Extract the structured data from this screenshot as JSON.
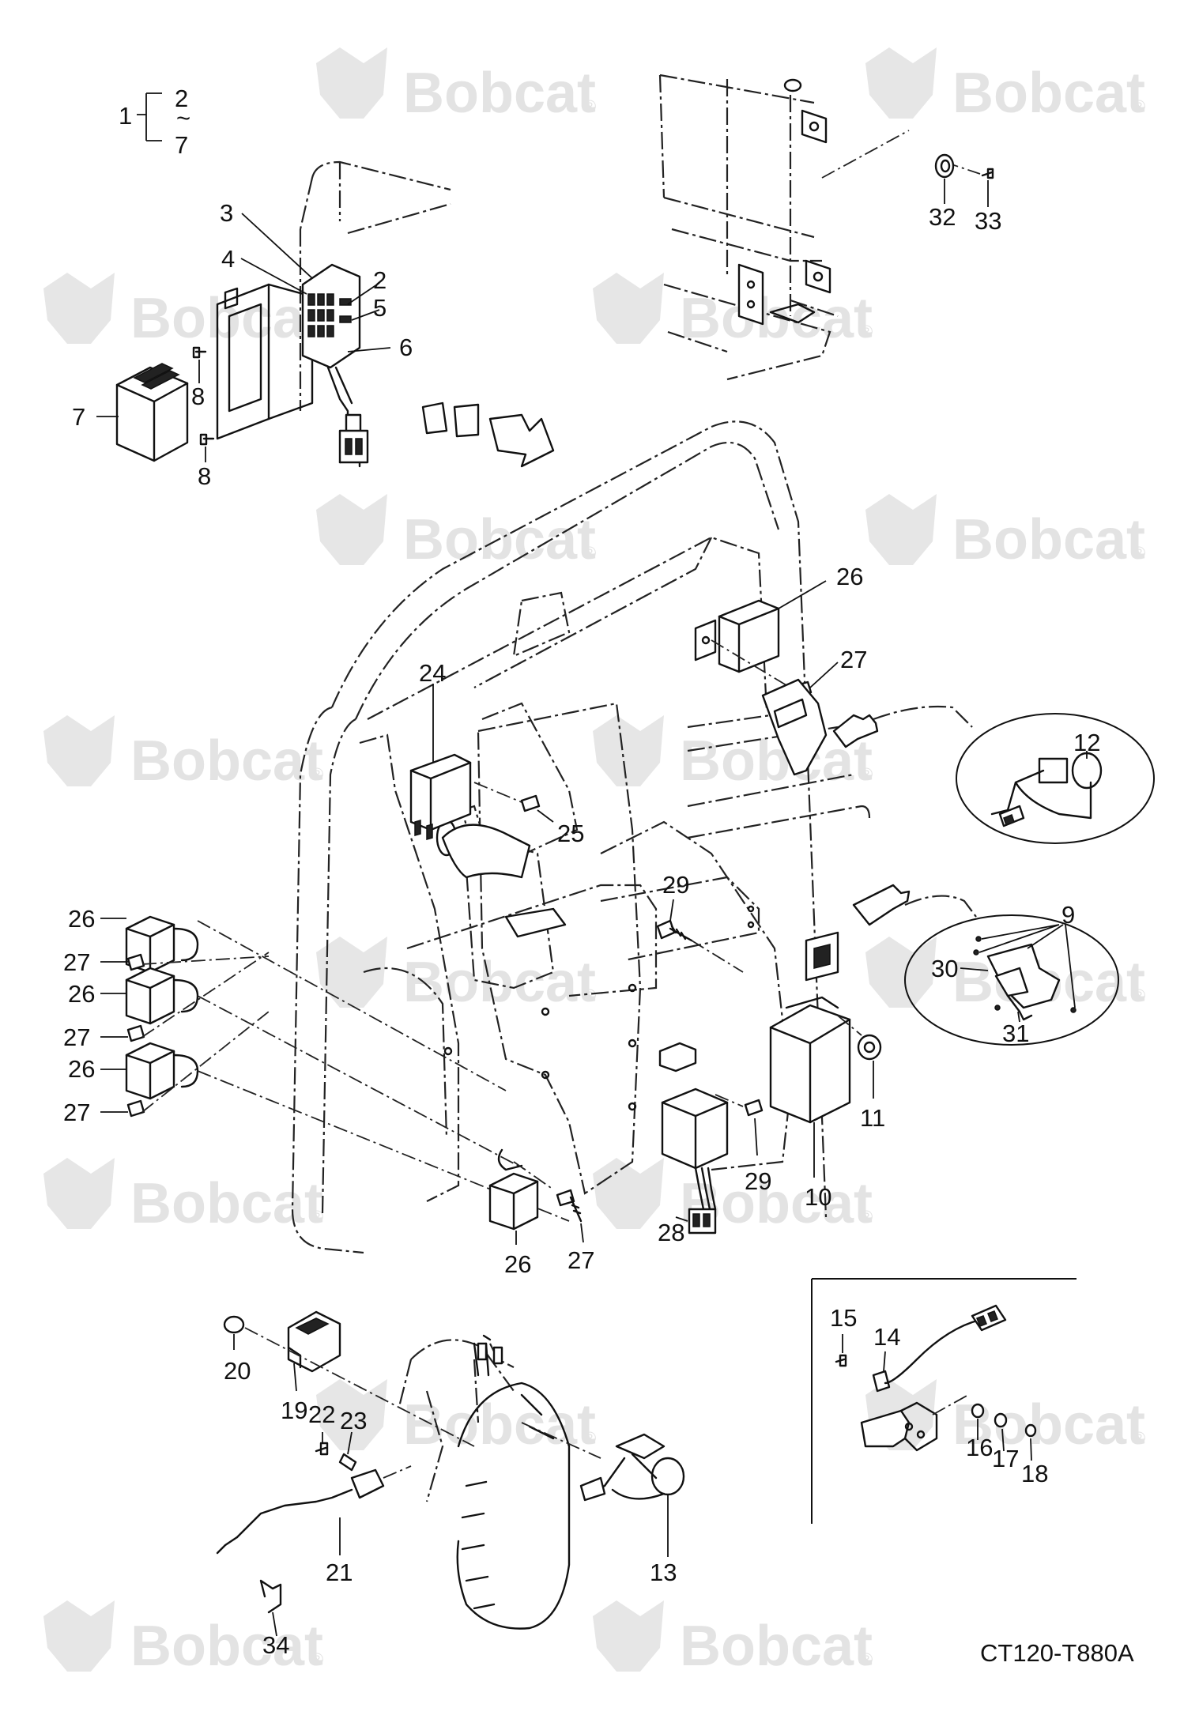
{
  "diagram": {
    "code": "CT120-T880A",
    "watermark": "Bobcat",
    "watermark_mark": "®",
    "assembly_bracket": {
      "parent": "1",
      "from": "2",
      "tilde": "~",
      "to": "7"
    },
    "callouts": {
      "c2": "2",
      "c3": "3",
      "c4": "4",
      "c5": "5",
      "c6": "6",
      "c7": "7",
      "c8a": "8",
      "c8b": "8",
      "c9": "9",
      "c10": "10",
      "c11": "11",
      "c12": "12",
      "c13": "13",
      "c14": "14",
      "c15": "15",
      "c16": "16",
      "c17": "17",
      "c18": "18",
      "c19": "19",
      "c20": "20",
      "c21": "21",
      "c22": "22",
      "c23": "23",
      "c24": "24",
      "c25": "25",
      "c26a": "26",
      "c26b": "26",
      "c26c": "26",
      "c26d": "26",
      "c26e": "26",
      "c27a": "27",
      "c27b": "27",
      "c27c": "27",
      "c27d": "27",
      "c27e": "27",
      "c28": "28",
      "c29a": "29",
      "c29b": "29",
      "c30": "30",
      "c31": "31",
      "c32": "32",
      "c33": "33",
      "c34": "34"
    }
  }
}
